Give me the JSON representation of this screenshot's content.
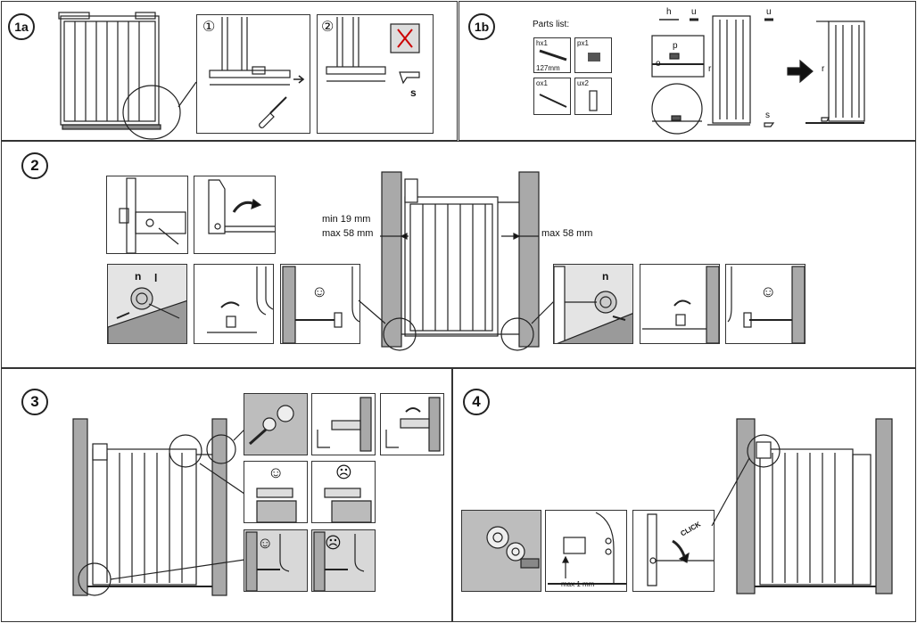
{
  "steps": {
    "s1a": "1a",
    "s1b": "1b",
    "s2": "2",
    "s3": "3",
    "s4": "4"
  },
  "sub_steps": {
    "one": "①",
    "two": "②"
  },
  "parts_list": {
    "title": "Parts list:",
    "items": [
      {
        "code": "hx1",
        "size": "127mm"
      },
      {
        "code": "px1",
        "size": ""
      },
      {
        "code": "ox1",
        "size": ""
      },
      {
        "code": "ux2",
        "size": ""
      }
    ]
  },
  "part_letters": {
    "s": "s",
    "h": "h",
    "u": "u",
    "p": "p",
    "o": "o",
    "r": "r",
    "n": "n",
    "l": "l"
  },
  "measurements": {
    "min_left": "min 19 mm",
    "max_left": "max 58 mm",
    "max_right": "max 58 mm",
    "gap": "max 1 mm"
  },
  "click_text": "CLICK",
  "faces": {
    "happy": "☺",
    "sad": "☹"
  },
  "colors": {
    "wall": "#a9a9a9",
    "line": "#222222",
    "panel_border": "#333333"
  }
}
